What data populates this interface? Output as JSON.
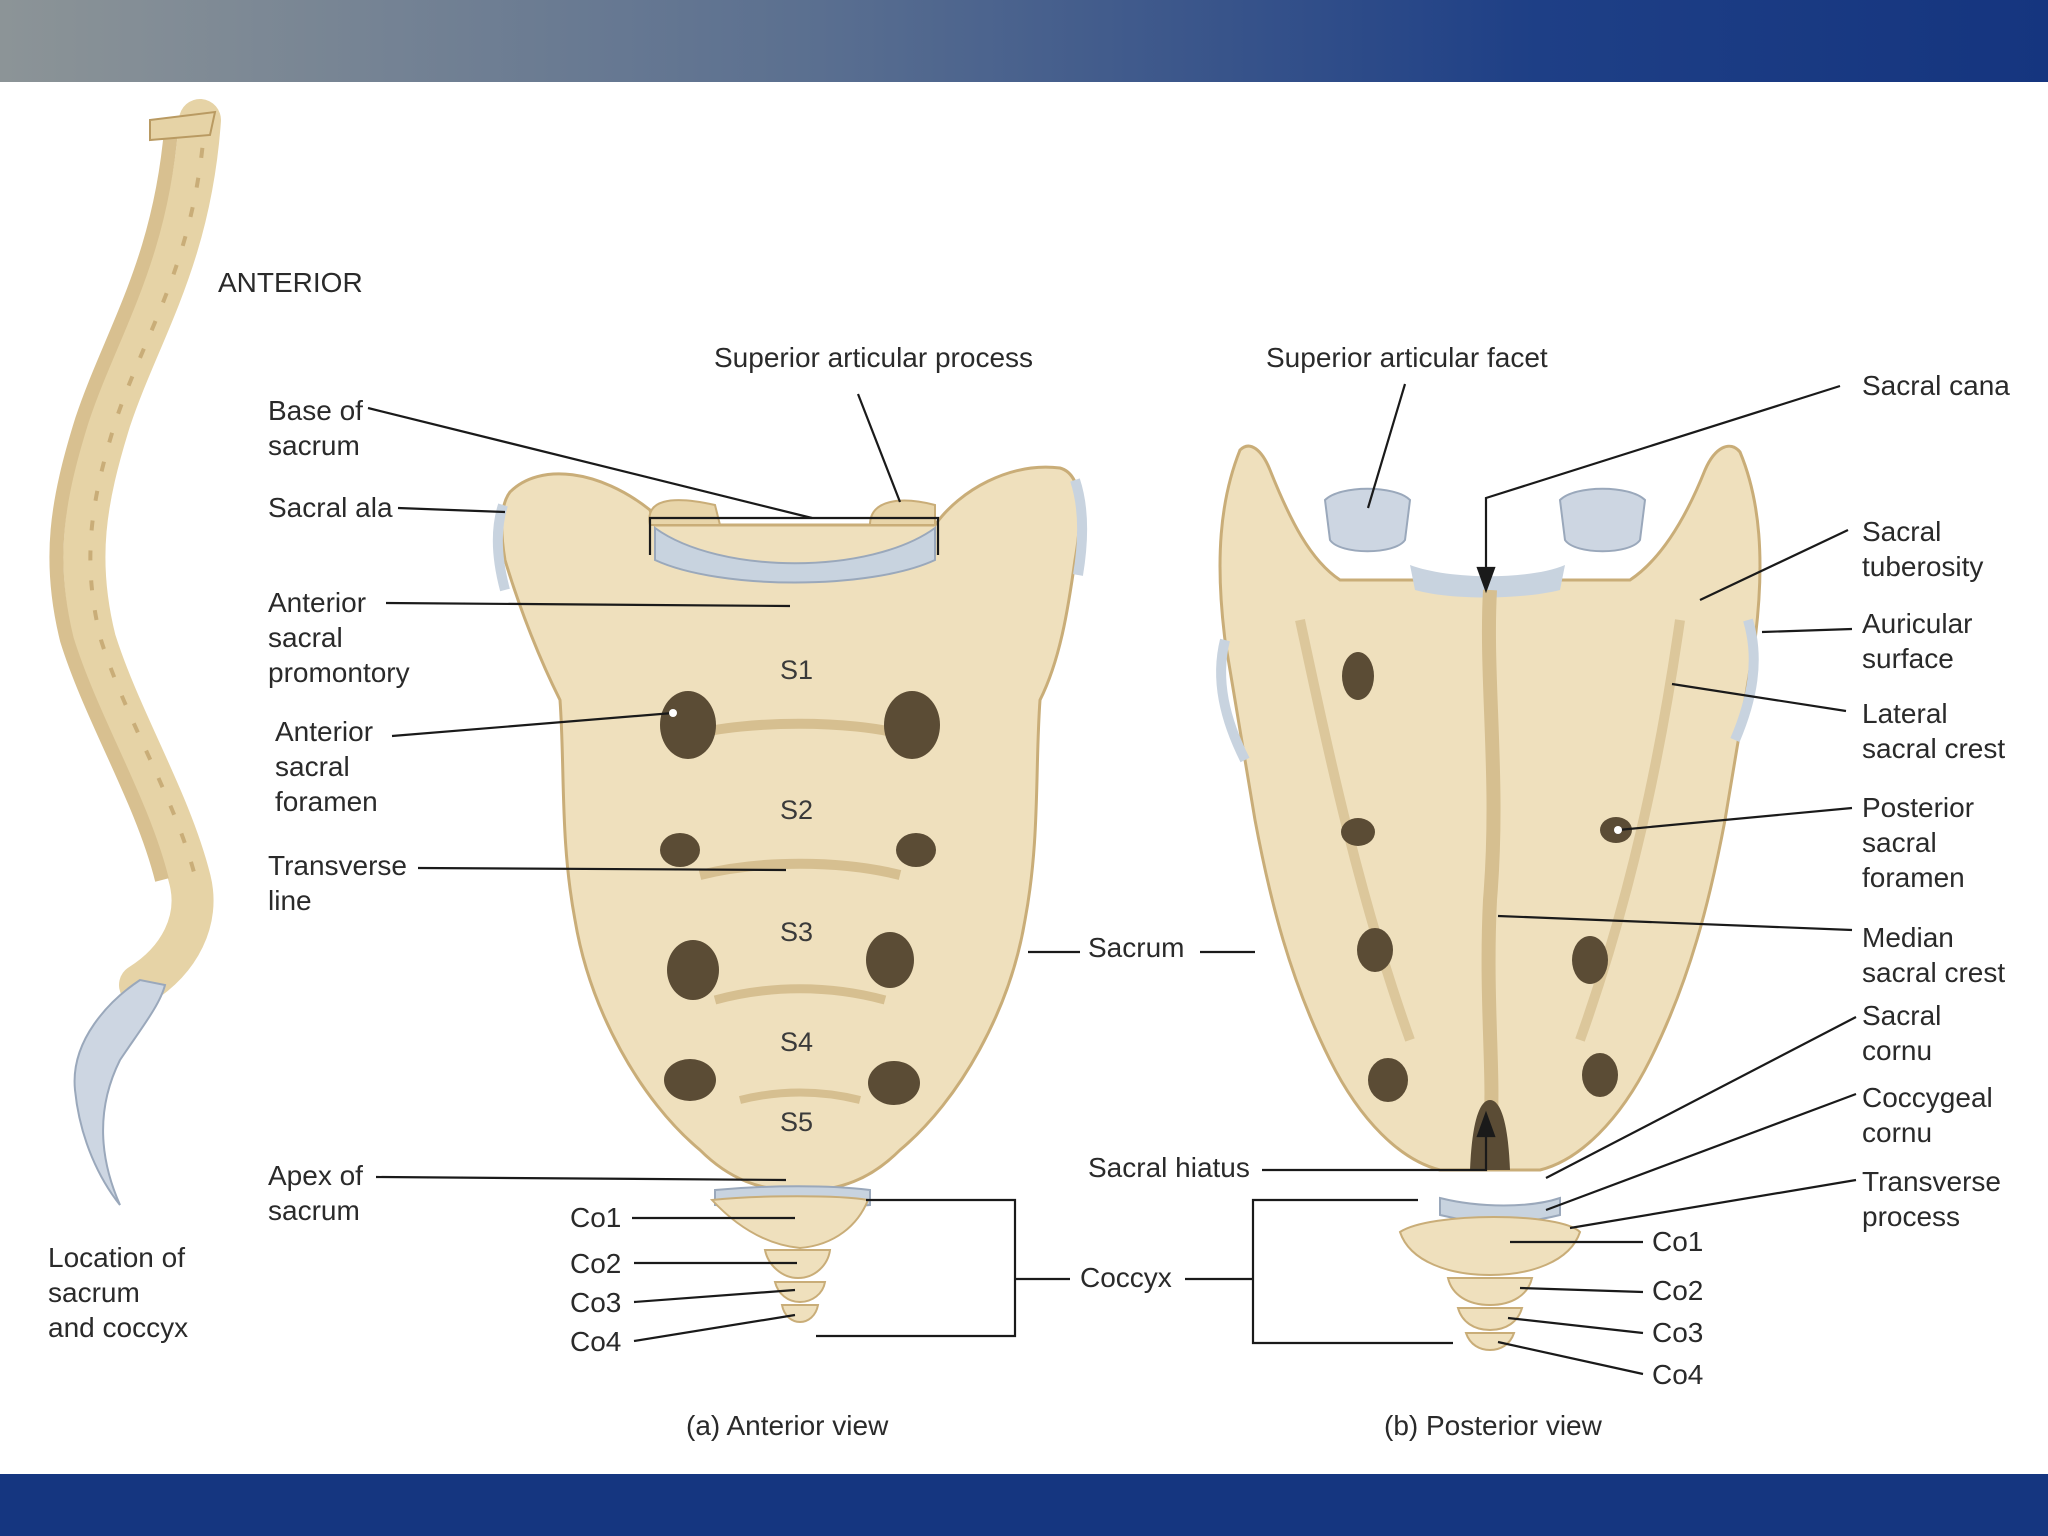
{
  "colors": {
    "bone": "#efe0bd",
    "bone_shade": "#d9c497",
    "cartilage": "#c8d3df",
    "header_bar": "#15357f",
    "footer_bar": "#153680"
  },
  "spine_panel": {
    "orientation_label": "ANTERIOR",
    "caption": "Location of\nsacrum\nand coccyx"
  },
  "anterior": {
    "caption": "(a) Anterior view",
    "labels": {
      "superior_articular_process": "Superior articular process",
      "base_of_sacrum": "Base of\nsacrum",
      "sacral_ala": "Sacral ala",
      "anterior_sacral_promontory": "Anterior\nsacral\npromontory",
      "anterior_sacral_foramen": "Anterior\nsacral\nforamen",
      "transverse_line": "Transverse\nline",
      "apex_of_sacrum": "Apex of\nsacrum",
      "co1": "Co1",
      "co2": "Co2",
      "co3": "Co3",
      "co4": "Co4"
    },
    "levels": [
      "S1",
      "S2",
      "S3",
      "S4",
      "S5"
    ]
  },
  "shared": {
    "sacrum": "Sacrum",
    "coccyx": "Coccyx"
  },
  "posterior": {
    "caption": "(b) Posterior view",
    "labels": {
      "superior_articular_facet": "Superior articular facet",
      "sacral_canal": "Sacral cana",
      "sacral_tuberosity": "Sacral\ntuberosity",
      "auricular_surface": "Auricular\nsurface",
      "lateral_sacral_crest": "Lateral\nsacral crest",
      "posterior_sacral_foramen": "Posterior\nsacral\nforamen",
      "median_sacral_crest": "Median\nsacral crest",
      "sacral_cornu": "Sacral\ncornu",
      "coccygeal_cornu": "Coccygeal\ncornu",
      "transverse_process": "Transverse\nprocess",
      "sacral_hiatus": "Sacral hiatus",
      "co1": "Co1",
      "co2": "Co2",
      "co3": "Co3",
      "co4": "Co4"
    }
  }
}
